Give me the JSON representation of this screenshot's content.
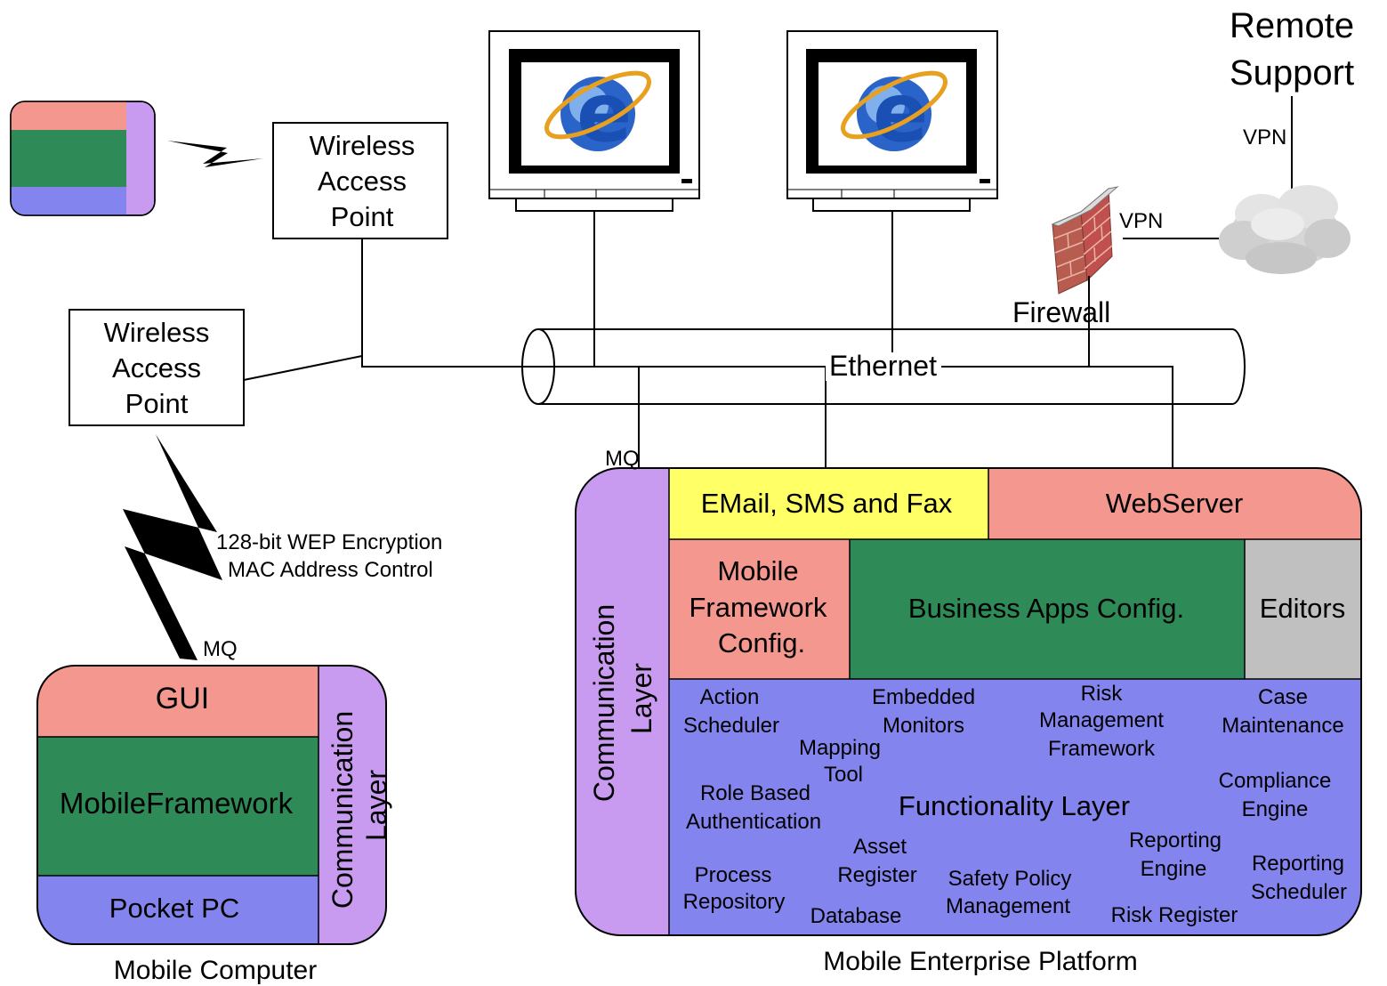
{
  "remote_support": {
    "line1": "Remote",
    "line2": "Support"
  },
  "vpn_upper": "VPN",
  "vpn_lower": "VPN",
  "firewall_label": "Firewall",
  "ethernet_label": "Ethernet",
  "access_point_top": {
    "line1": "Wireless",
    "line2": "Access",
    "line3": "Point"
  },
  "access_point_left": {
    "line1": "Wireless",
    "line2": "Access",
    "line3": "Point"
  },
  "security": {
    "line1": "128-bit WEP Encryption",
    "line2": "MAC Address Control"
  },
  "mq_mobile": "MQ",
  "mq_platform": "MQ",
  "mobile_computer": {
    "gui": "GUI",
    "framework": "MobileFramework",
    "pocket_pc": "Pocket PC",
    "comm_line1": "Communication",
    "comm_line2": "Layer",
    "caption": "Mobile Computer"
  },
  "platform": {
    "comm_line1": "Communication",
    "comm_line2": "Layer",
    "email": "EMail, SMS and Fax",
    "webserver": "WebServer",
    "mobile_fw": {
      "line1": "Mobile",
      "line2": "Framework",
      "line3": "Config."
    },
    "business_apps": "Business Apps Config.",
    "editors": "Editors",
    "functionality_layer": "Functionality Layer",
    "caption": "Mobile Enterprise Platform",
    "items": {
      "action_scheduler": [
        "Action",
        "Scheduler"
      ],
      "embedded_monitors": [
        "Embedded",
        "Monitors"
      ],
      "risk_mgmt": [
        "Risk",
        "Management",
        "Framework"
      ],
      "case_maintenance": [
        "Case",
        "Maintenance"
      ],
      "mapping_tool": [
        "Mapping",
        "Tool"
      ],
      "role_based": [
        "Role Based",
        "Authentication"
      ],
      "compliance": [
        "Compliance",
        "Engine"
      ],
      "asset_register": [
        "Asset",
        "Register"
      ],
      "reporting_engine": [
        "Reporting",
        "Engine"
      ],
      "reporting_scheduler": [
        "Reporting",
        "Scheduler"
      ],
      "process_repo": [
        "Process",
        "Repository"
      ],
      "safety_policy": [
        "Safety Policy",
        "Management"
      ],
      "database": "Database",
      "risk_register": "Risk Register"
    }
  },
  "colors": {
    "pink": "#f4978e",
    "green": "#2e8b57",
    "blue": "#8484ee",
    "lilac": "#c89af0",
    "yellow": "#ffff66",
    "gray": "#c0c0c0",
    "brick": "#c0504d",
    "ie_blue": "#2a64c8"
  }
}
